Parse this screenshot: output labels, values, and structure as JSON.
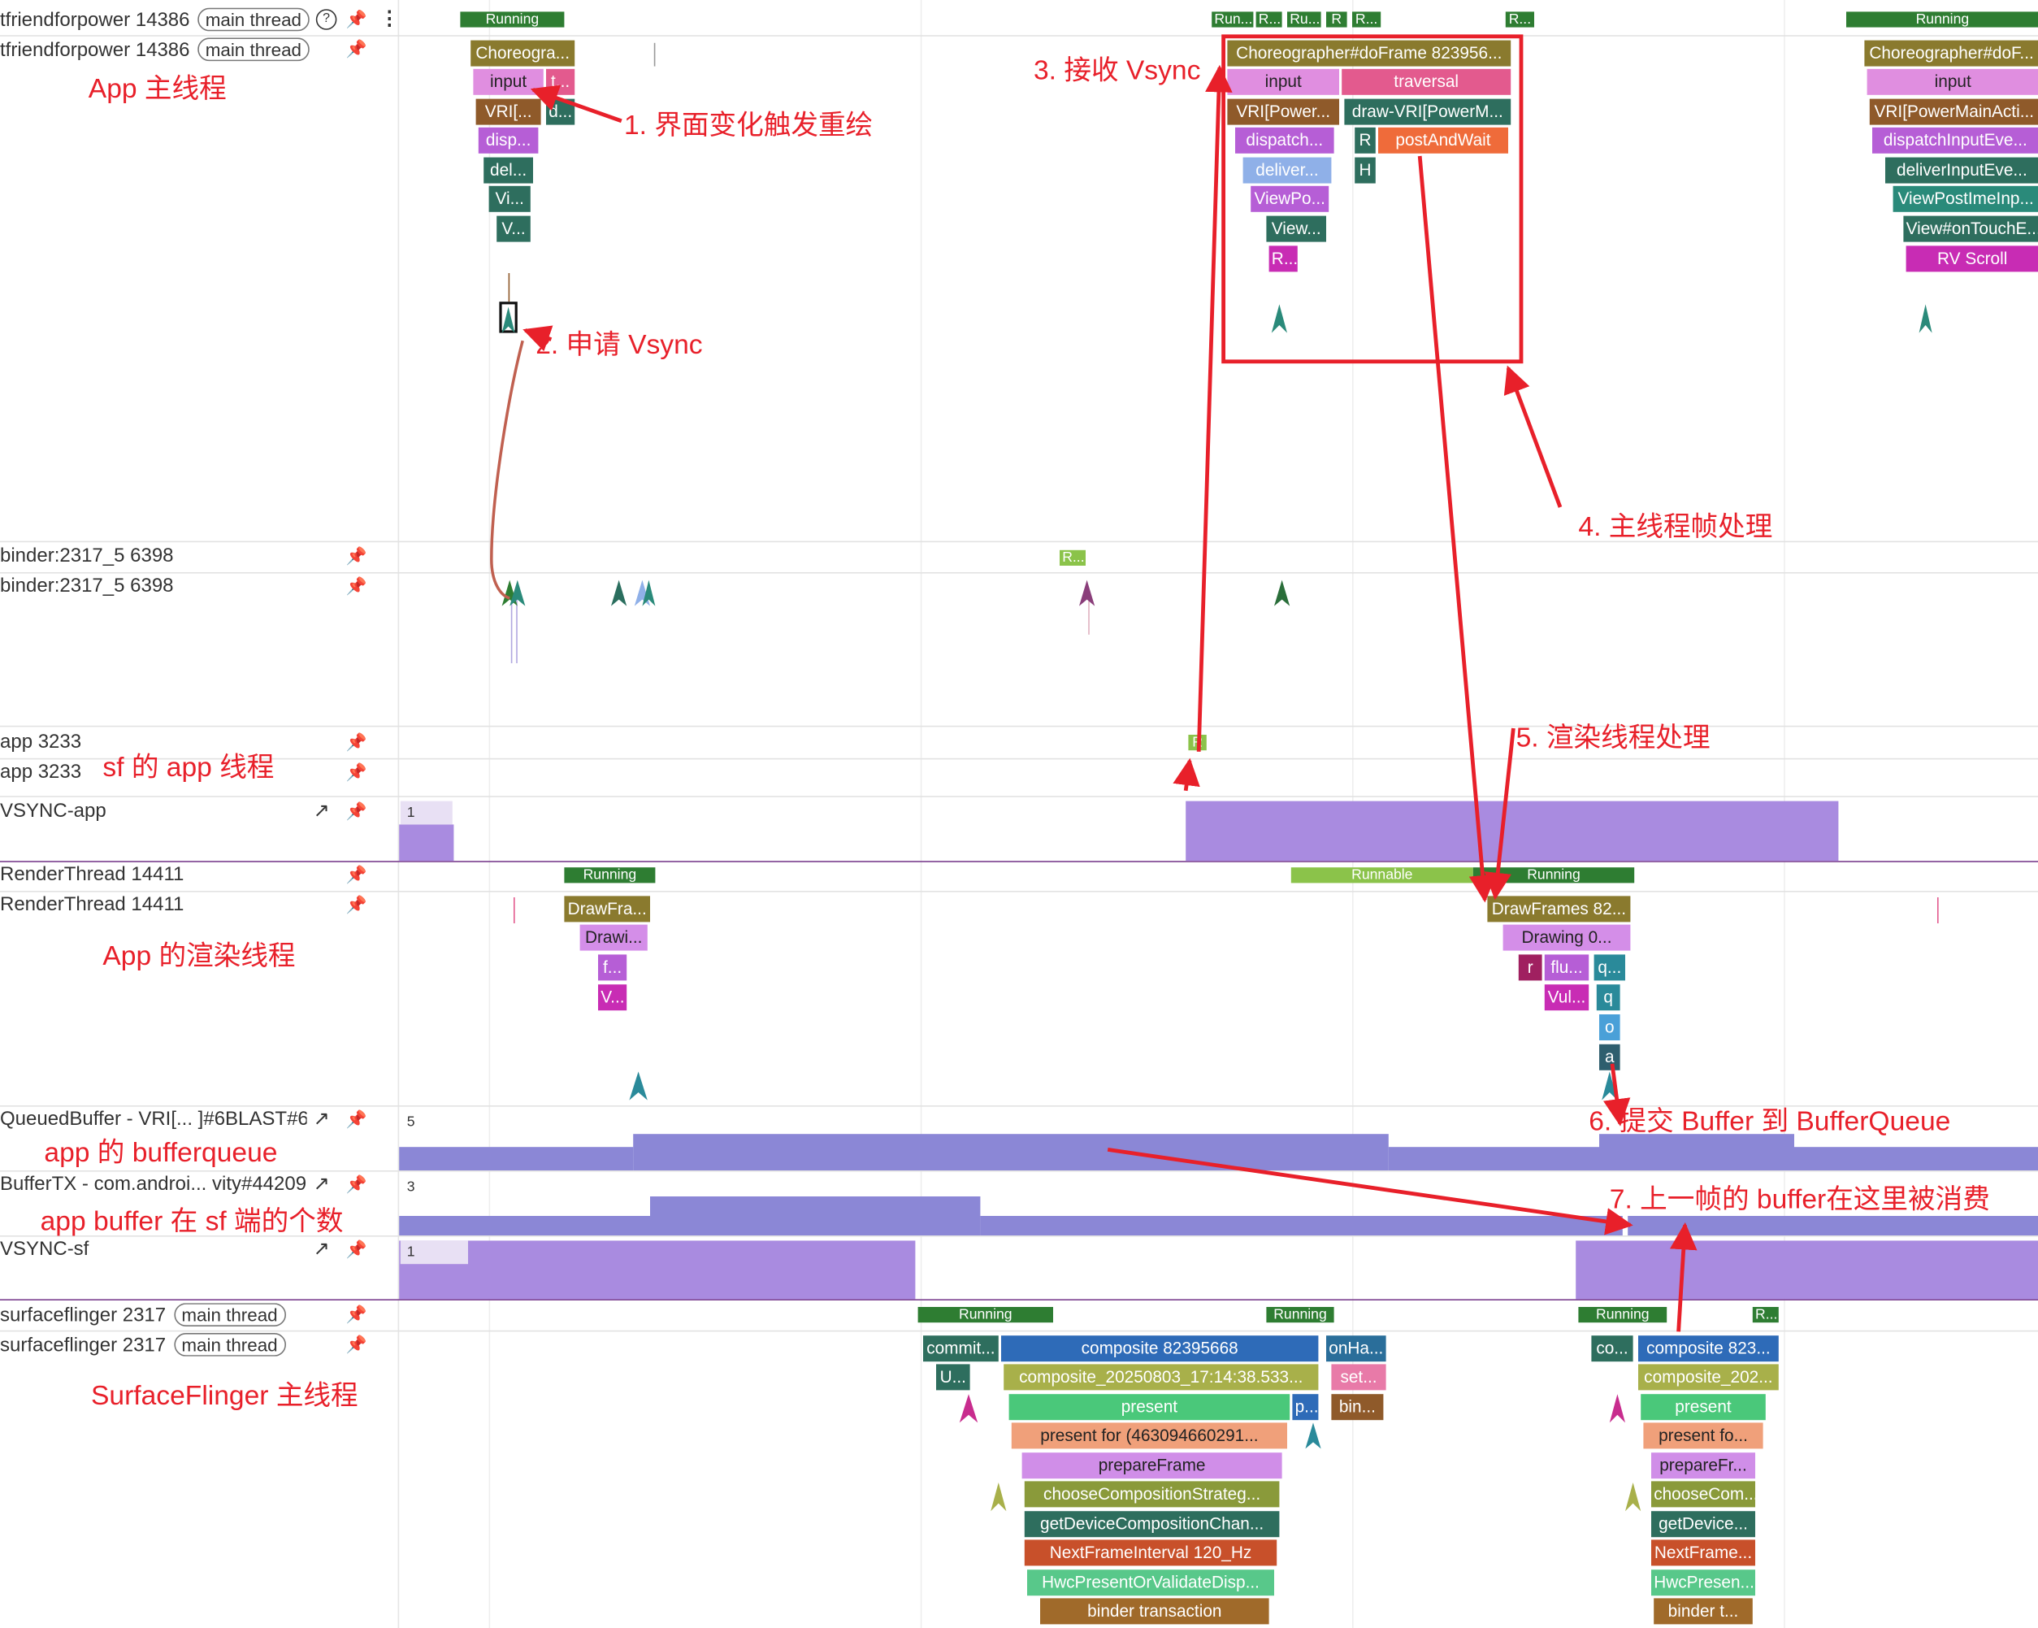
{
  "colors": {
    "running": "#2e7d32",
    "runnable": "#8bc34a",
    "counter": "#8b87d6",
    "vsync": "#a98be0",
    "annotation": "#e8202a"
  },
  "tracks": [
    {
      "label": "tfriendforpower 14386",
      "chip": "main thread"
    },
    {
      "label": "tfriendforpower 14386",
      "chip": "main thread"
    },
    {
      "label": "binder:2317_5 6398"
    },
    {
      "label": "binder:2317_5 6398"
    },
    {
      "label": "app 3233"
    },
    {
      "label": "app 3233"
    },
    {
      "label": "VSYNC-app"
    },
    {
      "label": "RenderThread 14411"
    },
    {
      "label": "RenderThread 14411"
    },
    {
      "label": "QueuedBuffer - VRI[...  ]#6BLAST#6"
    },
    {
      "label": "BufferTX - com.androi... vity#44209"
    },
    {
      "label": "VSYNC-sf"
    },
    {
      "label": "surfaceflinger 2317",
      "chip": "main thread"
    },
    {
      "label": "surfaceflinger 2317",
      "chip": "main thread"
    }
  ],
  "counters": {
    "vsync_app": "1",
    "queued_buffer": "5",
    "buffer_tx": "3",
    "vsync_sf": "1"
  },
  "states": {
    "running": "Running",
    "runnable": "Runnable",
    "run_short": "Run...",
    "r_short": "R...",
    "ru_short": "Ru...",
    "r": "R"
  },
  "slices": {
    "choreographer_a": "Choreogra...",
    "input_a": "input",
    "t_a": "t...",
    "vri_a": "VRI[...",
    "d_a": "d...",
    "disp_a": "disp...",
    "del_a": "del...",
    "vi_a": "Vi...",
    "v_a": "V...",
    "choreographer_b": "Choreographer#doFrame 823956...",
    "input_b": "input",
    "traversal_b": "traversal",
    "vri_power_b": "VRI[Power...",
    "draw_vri_b": "draw-VRI[PowerM...",
    "dispatch_b": "dispatch...",
    "r_b": "R",
    "postandwait_b": "postAndWait",
    "deliver_b": "deliver...",
    "h_b": "H",
    "viewpo_b": "ViewPo...",
    "view_b": "View...",
    "r2_b": "R...",
    "choreographer_c": "Choreographer#doF...",
    "input_c": "input",
    "vri_power_c": "VRI[PowerMainActi...",
    "dispatch_c": "dispatchInputEve...",
    "deliver_c": "deliverInputEve...",
    "viewpost_c": "ViewPostImeInp...",
    "ontouch_c": "View#onTouchE...",
    "rvscroll_c": "RV Scroll",
    "drawfra_a": "DrawFra...",
    "drawi_a": "Drawi...",
    "f_a": "f...",
    "v2_a": "V...",
    "drawframes_b": "DrawFrames 82...",
    "drawing_b": "Drawing  0...",
    "r_rt": "r",
    "flu_rt": "flu...",
    "q_rt": "q...",
    "vul_rt": "Vul...",
    "q2_rt": "q",
    "o_rt": "o",
    "a_rt": "a",
    "commit_sf": "commit...",
    "composite_sf": "composite 82395668",
    "onha_sf": "onHa...",
    "u_sf": "U...",
    "composite2_sf": "composite_20250803_17:14:38.533...",
    "set_sf": "set...",
    "present_sf": "present",
    "p_sf": "p...",
    "bin_sf": "bin...",
    "presentfor_sf": "present for  (463094660291...",
    "prepare_sf": "prepareFrame",
    "choose_sf": "chooseCompositionStrateg...",
    "getdev_sf": "getDeviceCompositionChan...",
    "nextframe_sf": "NextFrameInterval 120_Hz",
    "hwc_sf": "HwcPresentOrValidateDisp...",
    "binder_sf": "binder transaction",
    "co_sf2": "co...",
    "composite823_sf2": "composite 823...",
    "composite202_sf2": "composite_202...",
    "present_sf2": "present",
    "presentfo_sf2": "present fo...",
    "preparefr_sf2": "prepareFr...",
    "choosecom_sf2": "chooseCom...",
    "getdevice_sf2": "getDevice...",
    "nextframe_sf2": "NextFrame...",
    "hwcpresen_sf2": "HwcPresen...",
    "bindert_sf2": "binder t..."
  },
  "annotations": {
    "app_main": "App 主线程",
    "sf_app": "sf 的 app 线程",
    "app_render": "App 的渲染线程",
    "app_bufferqueue": "app 的 bufferqueue",
    "buffer_sf_count": "app buffer 在 sf 端的个数",
    "sf_main": "SurfaceFlinger 主线程",
    "step1": "1. 界面变化触发重绘",
    "step2": "2. 申请 Vsync",
    "step3": "3. 接收 Vsync",
    "step4": "4. 主线程帧处理",
    "step5": "5. 渲染线程处理",
    "step6": "6. 提交 Buffer 到 BufferQueue",
    "step7": "7. 上一帧的 buffer在这里被消费"
  }
}
